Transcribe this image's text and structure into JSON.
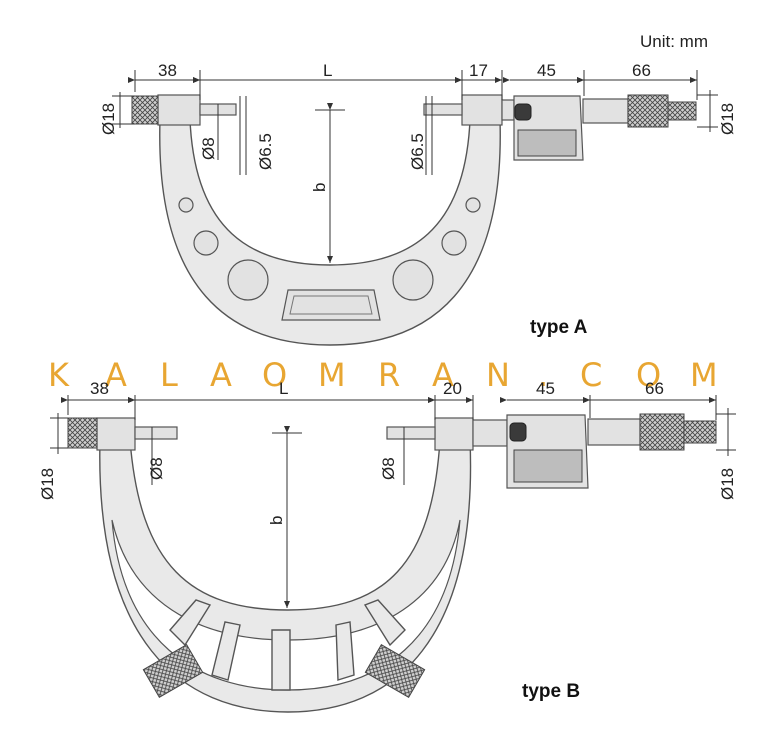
{
  "unit_label": "Unit: mm",
  "type_a": {
    "title": "type A",
    "dims": {
      "frame_left": "38",
      "length": "L",
      "anvil_gap": "17",
      "head": "45",
      "thimble": "66",
      "dia_left": "Ø18",
      "dia_anvil": "Ø8",
      "dia_anvil_tip": "Ø6.5",
      "dia_spindle_tip": "Ø6.5",
      "dia_right": "Ø18",
      "depth": "b"
    }
  },
  "type_b": {
    "title": "type B",
    "dims": {
      "frame_left": "38",
      "length": "L",
      "anvil_gap": "20",
      "head": "45",
      "thimble": "66",
      "dia_left": "Ø18",
      "dia_anvil": "Ø8",
      "dia_spindle": "Ø8",
      "dia_right": "Ø18",
      "depth": "b"
    }
  },
  "watermark": [
    "K",
    "A",
    "L",
    "A",
    "O",
    "M",
    "R",
    "A",
    "N",
    ".",
    "C",
    "O",
    "M"
  ],
  "colors": {
    "watermark": "#e8a632",
    "body": "#e9e9e9",
    "outline": "#555555"
  }
}
